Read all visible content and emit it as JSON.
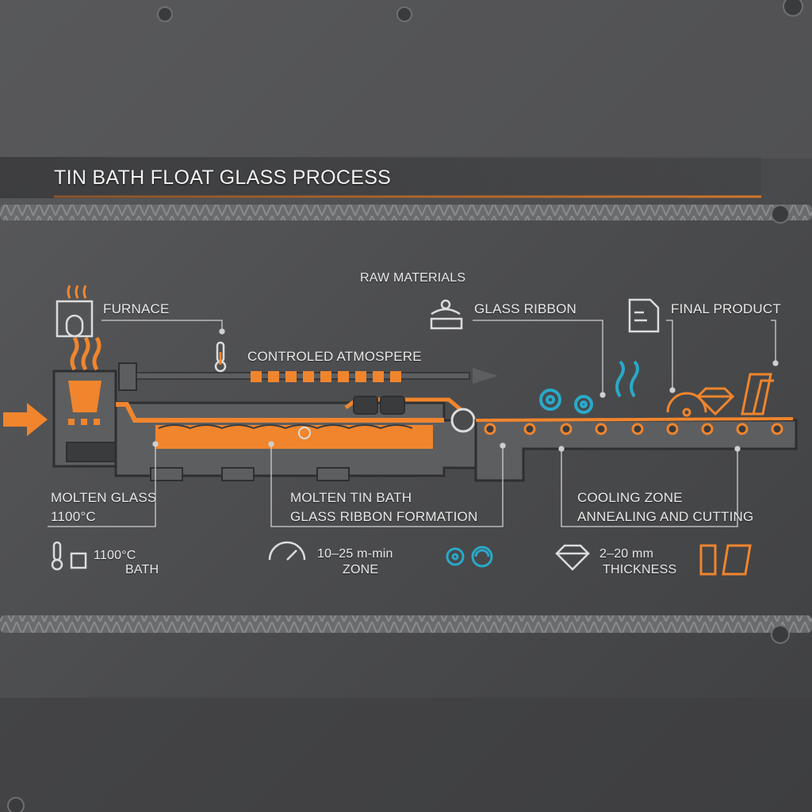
{
  "title": "TIN BATH FLOAT GLASS PROCESS",
  "colors": {
    "accent": "#f0852d",
    "cyan": "#29a9c9",
    "steel": "#4a4b4c",
    "machine": "#5d5e60"
  },
  "labels": {
    "raw_materials": "RAW MATERIALS",
    "furnace": "FURNACE",
    "glass_ribbon": "GLASS RIBBON",
    "final_product": "FINAL PRODUCT",
    "controlled_atmosphere": "CONTROLED ATMOSPERE",
    "molten_glass": "MOLTEN GLASS",
    "molten_glass_temp": "1100°C",
    "molten_tin_bath": "MOLTEN TIN BATH",
    "glass_ribbon_formation": "GLASS RIBBON FORMATION",
    "cooling_zone": "COOLING ZONE",
    "annealing_cutting": "ANNEALING AND CUTTING"
  },
  "specs": {
    "bath_temp": "1100°C",
    "bath": "BATH",
    "speed": "10–25 m-min",
    "zone": "ZONE",
    "thickness_range": "2–20 mm",
    "thickness": "THICKNESS"
  },
  "icons": {
    "furnace": "furnace-icon",
    "thermometer": "thermometer-icon",
    "raw_materials": "raw-materials-icon",
    "blueprint": "blueprint-icon",
    "gears": "gears-icon",
    "heat_waves": "heat-waves-icon",
    "saw": "saw-blade-icon",
    "diamond": "diamond-icon",
    "glass_sheets": "glass-sheets-icon",
    "gauge": "gauge-icon"
  }
}
